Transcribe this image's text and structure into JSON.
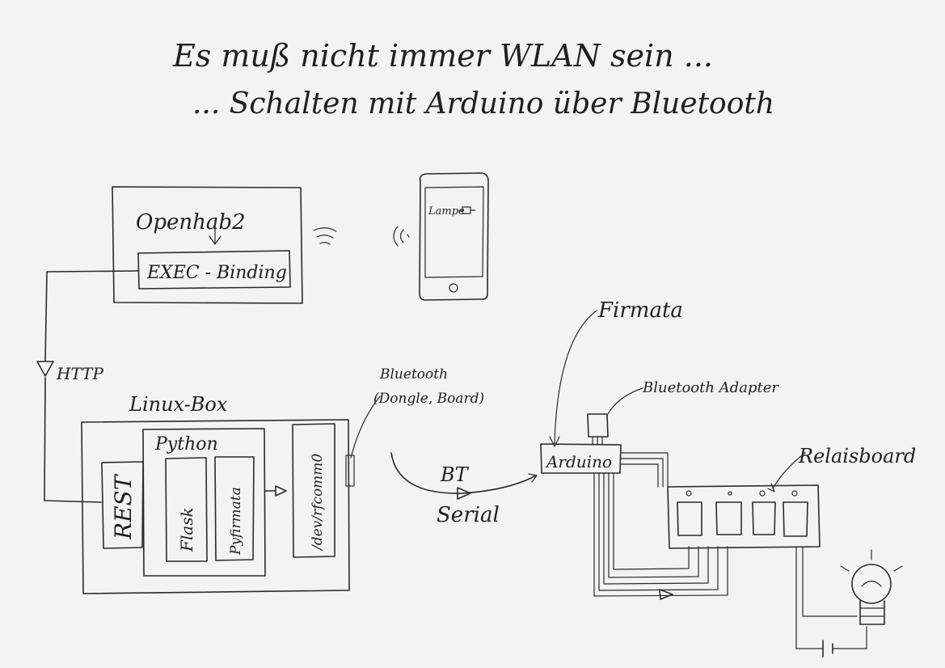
{
  "title": {
    "line1": "Es muß nicht immer WLAN sein ...",
    "line2": "... Schalten mit Arduino über Bluetooth"
  },
  "openhab": {
    "label": "Openhab2",
    "binding": "EXEC - Binding"
  },
  "phone": {
    "screen_label": "Lampe"
  },
  "link_http": "HTTP",
  "linuxbox": {
    "label": "Linux-Box",
    "rest": "REST",
    "python": "Python",
    "flask": "Flask",
    "pyfirmata": "Pyfirmata",
    "device": "/dev/rfcomm0"
  },
  "bluetooth_host": {
    "line1": "Bluetooth",
    "line2": "(Dongle, Board)"
  },
  "link_bt": {
    "line1": "BT",
    "line2": "Serial"
  },
  "firmata": "Firmata",
  "bt_adapter": "Bluetooth Adapter",
  "arduino": "Arduino",
  "relais": "Relaisboard",
  "icons": [
    "wifi-icon",
    "signal-waves-icon",
    "lamp-icon",
    "battery-icon"
  ]
}
